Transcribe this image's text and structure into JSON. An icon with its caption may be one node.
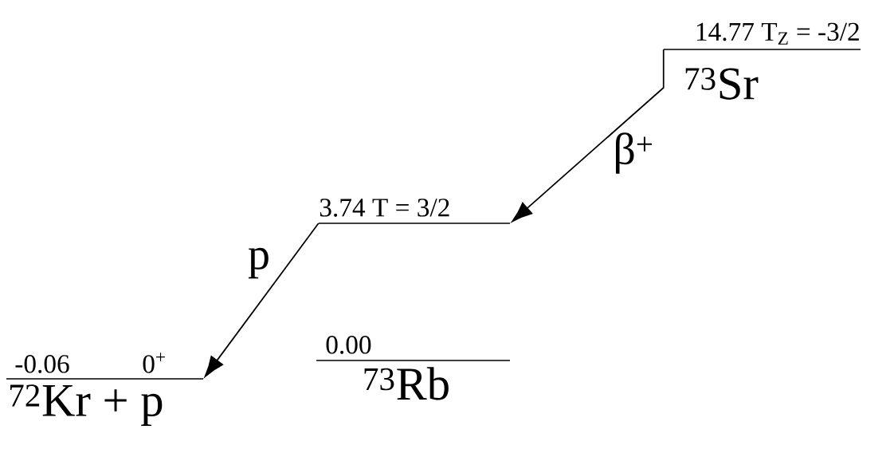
{
  "diagram": {
    "nodes": [
      {
        "text": [
          "14.77  T$_{Z}$ = -3/2",
          "$^{73}$Sr"
        ]
      },
      {
        "text": [
          "3.74  T = 3/2"
        ]
      },
      {
        "text": [
          "-0.06",
          "0$^{+}$",
          "$^{72}$Kr + p"
        ]
      },
      {
        "text": [
          "0.00",
          "$^{73}$Rb"
        ]
      }
    ],
    "edges": [
      {
        "from": 0,
        "to": 1,
        "arrow": "to",
        "label": "β$^{+}$"
      },
      {
        "from": 1,
        "to": 2,
        "arrow": "to",
        "label": "p"
      }
    ]
  }
}
